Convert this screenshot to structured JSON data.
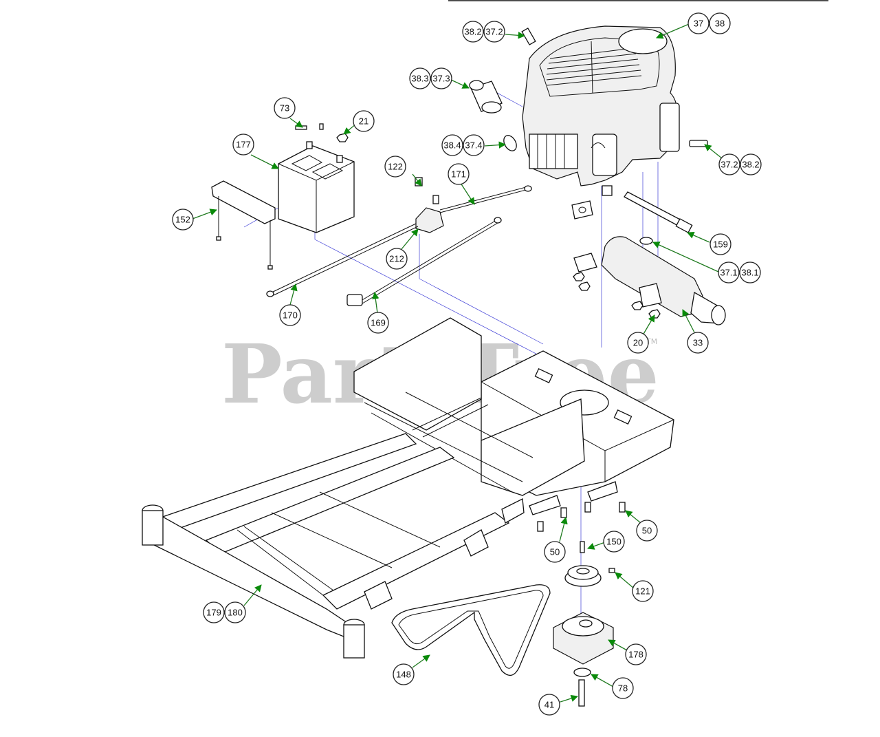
{
  "watermark": {
    "text": "PartsTree",
    "tm": "TM"
  },
  "colors": {
    "leader": "#1f7a1f",
    "arrow": "#0a8a0a",
    "guide": "#3b3bd6",
    "watermark": "#bdbdbd"
  },
  "callouts": [
    {
      "id": "c-37",
      "label": "37"
    },
    {
      "id": "c-38",
      "label": "38"
    },
    {
      "id": "c-38-2-top",
      "label": "38.2"
    },
    {
      "id": "c-37-2-top",
      "label": "37.2"
    },
    {
      "id": "c-38-3",
      "label": "38.3"
    },
    {
      "id": "c-37-3",
      "label": "37.3"
    },
    {
      "id": "c-38-4",
      "label": "38.4"
    },
    {
      "id": "c-37-4",
      "label": "37.4"
    },
    {
      "id": "c-37-2-right",
      "label": "37.2"
    },
    {
      "id": "c-38-2-right",
      "label": "38.2"
    },
    {
      "id": "c-73",
      "label": "73"
    },
    {
      "id": "c-21",
      "label": "21"
    },
    {
      "id": "c-177",
      "label": "177"
    },
    {
      "id": "c-152",
      "label": "152"
    },
    {
      "id": "c-122",
      "label": "122"
    },
    {
      "id": "c-171",
      "label": "171"
    },
    {
      "id": "c-212",
      "label": "212"
    },
    {
      "id": "c-170",
      "label": "170"
    },
    {
      "id": "c-169",
      "label": "169"
    },
    {
      "id": "c-159",
      "label": "159"
    },
    {
      "id": "c-37-1",
      "label": "37.1"
    },
    {
      "id": "c-38-1",
      "label": "38.1"
    },
    {
      "id": "c-20",
      "label": "20"
    },
    {
      "id": "c-33",
      "label": "33"
    },
    {
      "id": "c-50-right",
      "label": "50"
    },
    {
      "id": "c-50-left",
      "label": "50"
    },
    {
      "id": "c-150",
      "label": "150"
    },
    {
      "id": "c-121",
      "label": "121"
    },
    {
      "id": "c-179",
      "label": "179"
    },
    {
      "id": "c-180",
      "label": "180"
    },
    {
      "id": "c-178",
      "label": "178"
    },
    {
      "id": "c-148",
      "label": "148"
    },
    {
      "id": "c-78",
      "label": "78"
    },
    {
      "id": "c-41",
      "label": "41"
    }
  ]
}
